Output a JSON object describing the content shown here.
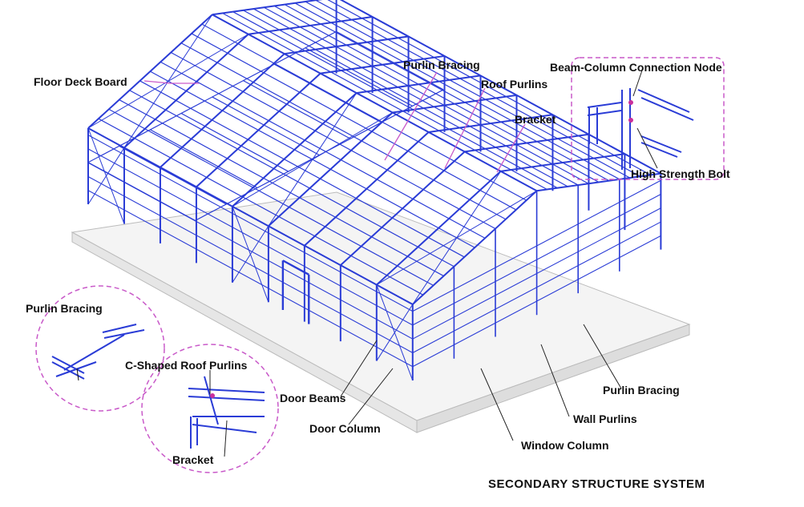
{
  "title": "SECONDARY STRUCTURE  SYSTEM",
  "colors": {
    "steel": "#2a3cd6",
    "steel_light": "#7f8cf0",
    "callout": "#c95ac9",
    "ground": "#cfcfcf",
    "text": "#111111"
  },
  "labels": {
    "floor_deck_board": "Floor Deck Board",
    "purlin_bracing_top": "Purlin Bracing",
    "roof_purlins": "Roof Purlins",
    "bracket_top": "Bracket",
    "beam_column_node": "Beam-Column Connection Node",
    "high_strength_bolt": "High Strength Bolt",
    "purlin_bracing_left": "Purlin Bracing",
    "c_shaped_roof_purlins": "C-Shaped Roof Purlins",
    "bracket_bottom": "Bracket",
    "door_beams": "Door Beams",
    "door_column": "Door Column",
    "purlin_bracing_right": "Purlin Bracing",
    "wall_purlins": "Wall Purlins",
    "window_column": "Window Column"
  }
}
